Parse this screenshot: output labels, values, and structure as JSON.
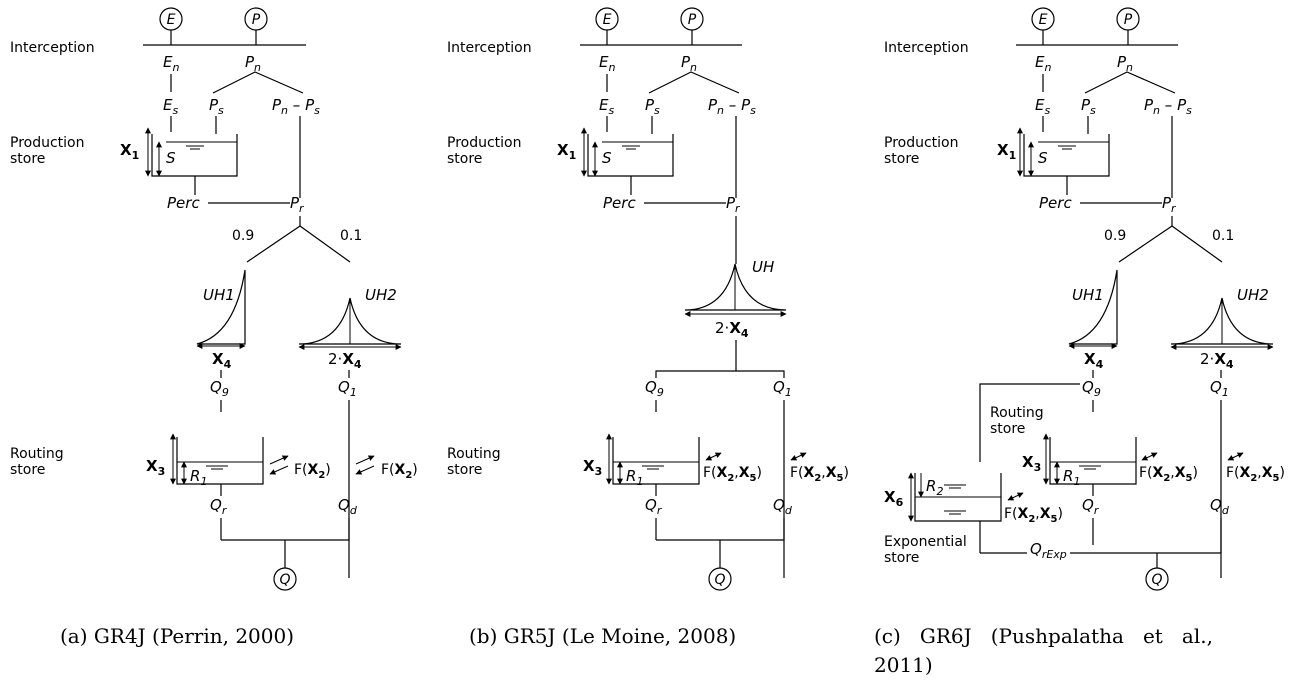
{
  "labels": {
    "interception": "Interception",
    "production_store": [
      "Production",
      "store"
    ],
    "routing_store": [
      "Routing",
      "store"
    ],
    "exponential_store": [
      "Exponential",
      "store"
    ]
  },
  "symbols": {
    "E": "E",
    "P": "P",
    "Q": "Q",
    "En": "E",
    "En_sub": "n",
    "Pn": "P",
    "Pn_sub": "n",
    "Es": "E",
    "Es_sub": "s",
    "Ps": "P",
    "Ps_sub": "s",
    "PnPs_a": "P",
    "PnPs_a_sub": "n",
    "PnPs_minus": " – ",
    "PnPs_b": "P",
    "PnPs_b_sub": "s",
    "S": "S",
    "Perc": "Perc",
    "Pr": "P",
    "Pr_sub": "r",
    "split_left": "0.9",
    "split_right": "0.1",
    "UH1": "UH1",
    "UH2": "UH2",
    "UH": "UH",
    "Q9": "Q",
    "Q9_sub": "9",
    "Q1": "Q",
    "Q1_sub": "1",
    "R1": "R",
    "R1_sub": "1",
    "R2": "R",
    "R2_sub": "2",
    "Qr": "Q",
    "Qr_sub": "r",
    "Qd": "Q",
    "Qd_sub": "d",
    "QrExp": "Q",
    "QrExp_sub": "rExp",
    "X1": "X",
    "X1_sub": "1",
    "X3": "X",
    "X3_sub": "3",
    "X4": "X",
    "X4_sub": "4",
    "X6": "X",
    "X6_sub": "6",
    "two_dot": "2·",
    "F_x2": [
      "F(",
      "X",
      "2",
      ")"
    ],
    "F_x2x5": [
      "F(",
      "X",
      "2",
      ",",
      "X",
      "5",
      ")"
    ]
  },
  "captions": [
    "(a) GR4J (Perrin, 2000)",
    "(b) GR5J (Le Moine, 2008)",
    "(c)   GR6J   (Pushpalatha   et   al.,",
    "2011)"
  ]
}
